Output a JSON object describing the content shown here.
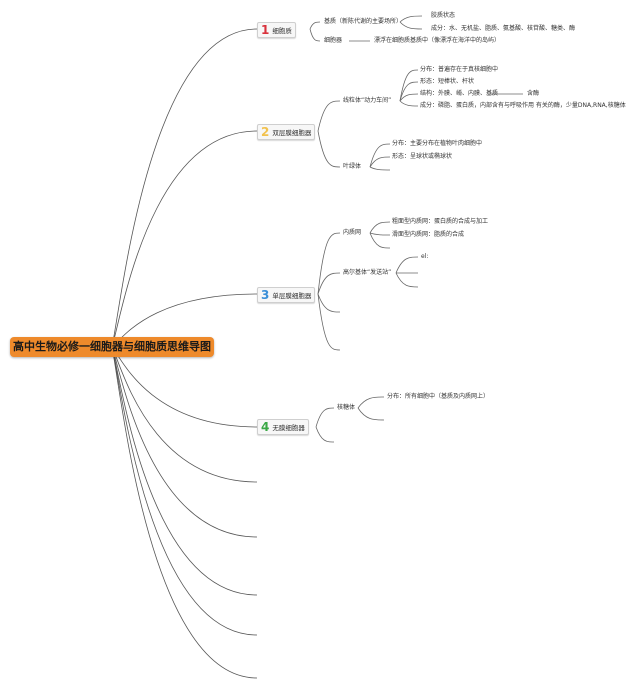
{
  "root": {
    "title": "高中生物必修一细胞器与细胞质思维导图"
  },
  "branches": [
    {
      "num": "1",
      "label": "细胞质",
      "num_color": "#d9323c",
      "children": [
        {
          "text": "基质（新陈代谢的主要场所）",
          "children": [
            {
              "text": "胶质状态"
            },
            {
              "text": "成分：水、无机盐、脂质、氨基酸、核苷酸、糖类、酶"
            }
          ]
        },
        {
          "text": "细胞器",
          "children": [
            {
              "text": "漂浮在细胞质基质中（像漂浮在海洋中的岛屿）"
            }
          ]
        }
      ]
    },
    {
      "num": "2",
      "label": "双层膜细胞器",
      "num_color": "#f2c24e",
      "children": [
        {
          "text": "线粒体“动力车间”",
          "children": [
            {
              "text": "分布：普遍存在于真核细胞中"
            },
            {
              "text": "形态：短棒状、杆状"
            },
            {
              "text": "结构：外膜、嵴、内膜、基质",
              "extra": "含酶"
            },
            {
              "text": "成分：磷脂、蛋白质，内部含有与呼吸作用 有关的酶，少量DNA,RNA,核糖体"
            }
          ]
        },
        {
          "text": "叶绿体",
          "children": [
            {
              "text": "分布：主要分布在植物叶肉细胞中"
            },
            {
              "text": "形态：呈球状或椭球状"
            }
          ]
        }
      ]
    },
    {
      "num": "3",
      "label": "单层膜细胞器",
      "num_color": "#3a8fd8",
      "children": [
        {
          "text": "内质网",
          "children": [
            {
              "text": "粗面型内质网：蛋白质的合成与加工"
            },
            {
              "text": "滑面型内质网：脂质的合成"
            }
          ]
        },
        {
          "text": "高尔基体“发送站”",
          "children": [
            {
              "text": "el:"
            }
          ]
        }
      ]
    },
    {
      "num": "4",
      "label": "无膜细胞器",
      "num_color": "#3aa845",
      "children": [
        {
          "text": "核糖体",
          "children": [
            {
              "text": "分布：所有细胞中（基质及内质网上）"
            }
          ]
        }
      ]
    }
  ]
}
